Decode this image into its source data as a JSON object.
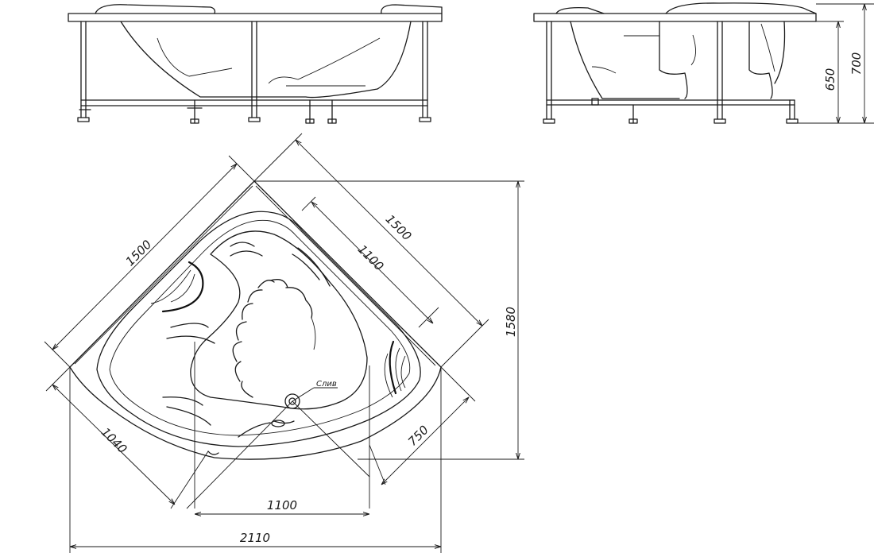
{
  "dimensions": {
    "side_height_650": "650",
    "side_height_700": "700",
    "edge_left_1500": "1500",
    "edge_right_1500": "1500",
    "inner_1100_diag": "1100",
    "height_1580": "1580",
    "front_1040": "1040",
    "front_750": "750",
    "inner_1100_bottom": "1100",
    "total_2110": "2110"
  },
  "labels": {
    "drain": "Слив"
  }
}
